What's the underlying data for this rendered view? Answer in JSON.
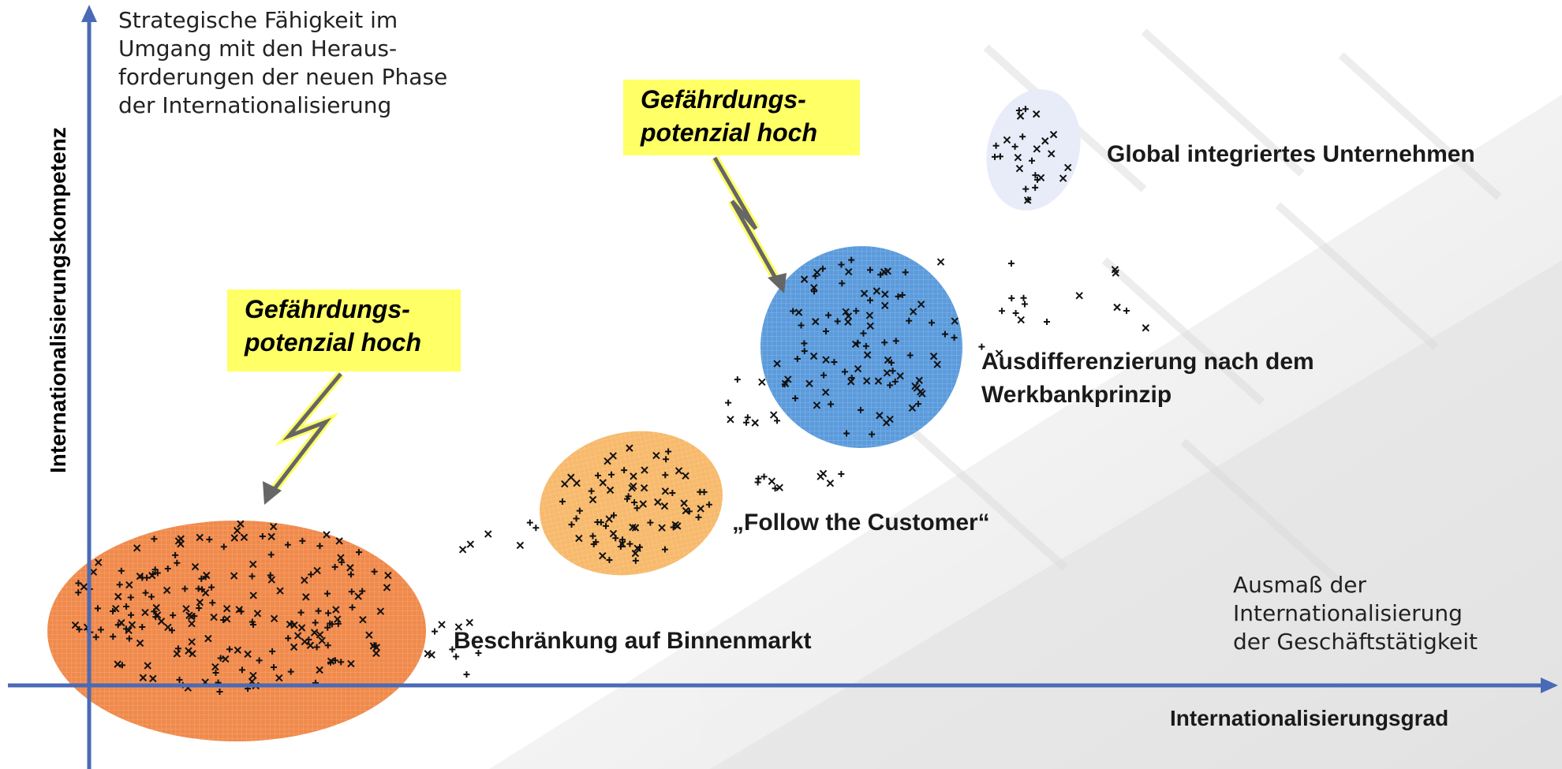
{
  "y_axis": {
    "title": "Internationalisierungskompetenz",
    "description_lines": [
      "Strategische Fähigkeit im",
      "Umgang mit den Heraus-",
      "forderungen der neuen Phase",
      "der Internationalisierung"
    ]
  },
  "x_axis": {
    "title": "Internationalisierungsgrad",
    "description_lines": [
      "Ausmaß der",
      "Internationalisierung",
      "der Geschäftstätigkeit"
    ]
  },
  "stages": [
    {
      "id": "binnenmarkt",
      "label_lines": [
        "Beschränkung auf Binnenmarkt"
      ],
      "color": "#f08a4b"
    },
    {
      "id": "follow",
      "label_lines": [
        "„Follow the Customer“"
      ],
      "color": "#f7b96b"
    },
    {
      "id": "werkbank",
      "label_lines": [
        "Ausdifferenzierung nach dem",
        "Werkbankprinzip"
      ],
      "color": "#5b9bdc"
    },
    {
      "id": "global",
      "label_lines": [
        "Global integriertes Unternehmen"
      ],
      "color": "#e8ebf8"
    }
  ],
  "warnings": [
    {
      "id": "warning-1",
      "lines": [
        "Gefährdungs-",
        "potenzial hoch"
      ]
    },
    {
      "id": "warning-2",
      "lines": [
        "Gefährdungs-",
        "potenzial hoch"
      ]
    }
  ],
  "colors": {
    "axis": "#4a6ab5",
    "warning_bg": "#ffff66",
    "arrow": "#666666",
    "marker": "#111111"
  }
}
